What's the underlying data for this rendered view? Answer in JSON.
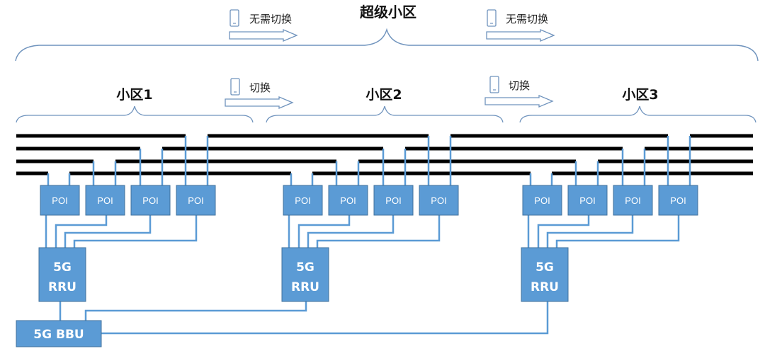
{
  "title": "超级小区",
  "colors": {
    "box_fill": "#5b9bd5",
    "box_stroke": "#41719c",
    "link": "#5b9bd5",
    "cable": "#000000",
    "brace": "#6f93bd",
    "arrow": "#6f93bd",
    "text": "#111111",
    "box_text": "#ffffff"
  },
  "super_cell_transitions": [
    {
      "label": "无需切换",
      "icon": "phone-icon"
    },
    {
      "label": "无需切换",
      "icon": "phone-icon"
    }
  ],
  "cell_transitions": [
    {
      "label": "切换",
      "icon": "phone-icon"
    },
    {
      "label": "切换",
      "icon": "phone-icon"
    }
  ],
  "cells": [
    {
      "name": "小区1",
      "poi_labels": [
        "POI",
        "POI",
        "POI",
        "POI"
      ],
      "rru": {
        "line1": "5G",
        "line2": "RRU"
      }
    },
    {
      "name": "小区2",
      "poi_labels": [
        "POI",
        "POI",
        "POI",
        "POI"
      ],
      "rru": {
        "line1": "5G",
        "line2": "RRU"
      }
    },
    {
      "name": "小区3",
      "poi_labels": [
        "POI",
        "POI",
        "POI",
        "POI"
      ],
      "rru": {
        "line1": "5G",
        "line2": "RRU"
      }
    }
  ],
  "bbu": {
    "label": "5G BBU"
  }
}
